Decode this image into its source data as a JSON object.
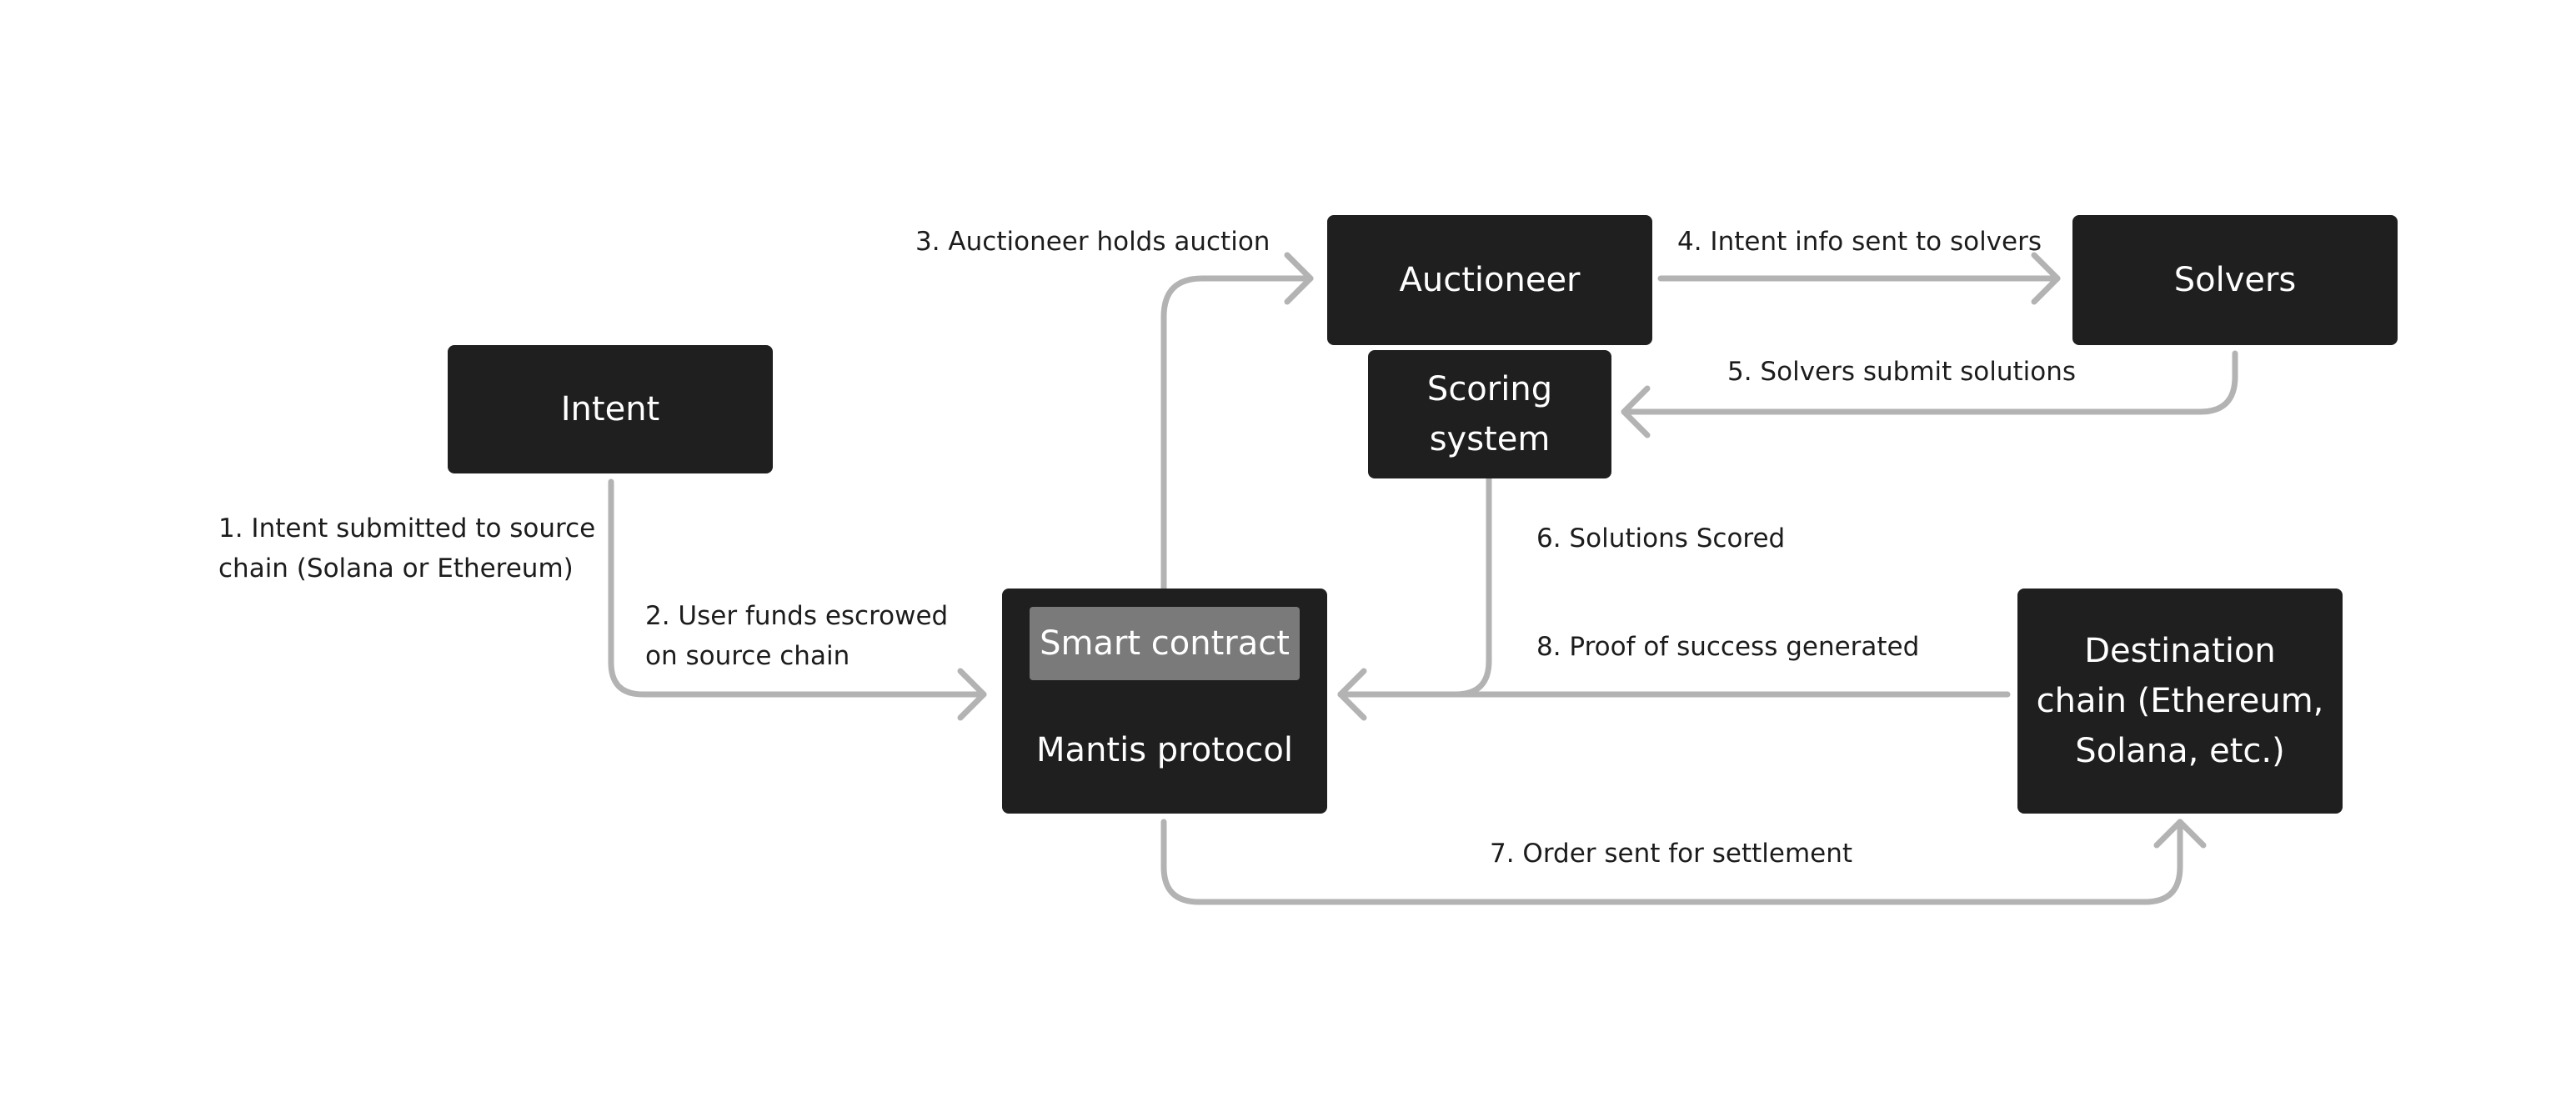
{
  "colors": {
    "box_bg": "#1f1f1f",
    "sub_bg": "#7a7a7a",
    "arrow": "#b3b3b3",
    "label_text": "#1c1c1c"
  },
  "nodes": {
    "intent": "Intent",
    "auctioneer": "Auctioneer",
    "solvers": "Solvers",
    "scoring_line1": "Scoring",
    "scoring_line2": "system",
    "smart_contract": "Smart contract",
    "mantis": "Mantis protocol",
    "dest_line1": "Destination",
    "dest_line2": "chain (Ethereum,",
    "dest_line3": "Solana, etc.)"
  },
  "steps": {
    "s1_line1": "1. Intent submitted to source",
    "s1_line2": "chain (Solana or Ethereum)",
    "s2_line1": "2. User funds escrowed",
    "s2_line2": "on source chain",
    "s3": "3. Auctioneer holds auction",
    "s4": "4. Intent info sent to solvers",
    "s5": "5. Solvers submit solutions",
    "s6": "6. Solutions Scored",
    "s7": "7. Order sent for settlement",
    "s8": "8. Proof of success generated"
  }
}
